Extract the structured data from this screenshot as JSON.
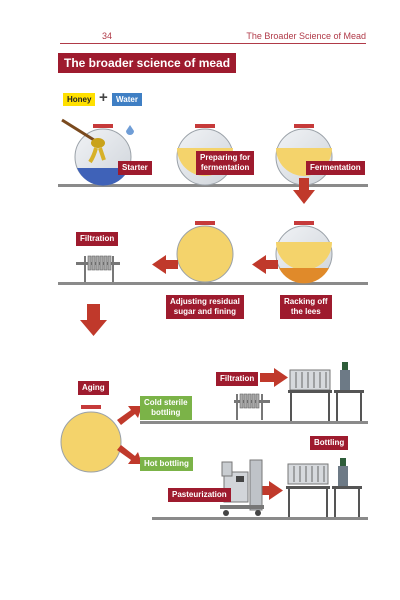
{
  "header": {
    "page_number": "34",
    "running_title": "The Broader Science of Mead"
  },
  "title": "The broader science of mead",
  "ingredients": {
    "honey": "Honey",
    "plus": "+",
    "water": "Water"
  },
  "steps": {
    "starter": "Starter",
    "preparing": "Preparing for\nfermentation",
    "fermentation": "Fermentation",
    "filtration1": "Filtration",
    "adjusting": "Adjusting residual\nsugar and fining",
    "racking": "Racking off\nthe lees",
    "aging": "Aging",
    "filtration2": "Filtration",
    "cold_sterile": "Cold sterile\nbottling",
    "hot_bottling": "Hot bottling",
    "bottling": "Bottling",
    "pasteurization": "Pasteurization"
  },
  "colors": {
    "accent": "#9e1b2e",
    "honey": "#f4d36b",
    "water": "#3f7fc4",
    "green": "#7bb348",
    "tank_rim": "#c63a3a"
  },
  "icons": [
    "honey-dipper-icon",
    "water-droplet-icon",
    "tank-icon",
    "filter-press-icon",
    "bottling-machine-icon",
    "pasteurizer-icon"
  ]
}
